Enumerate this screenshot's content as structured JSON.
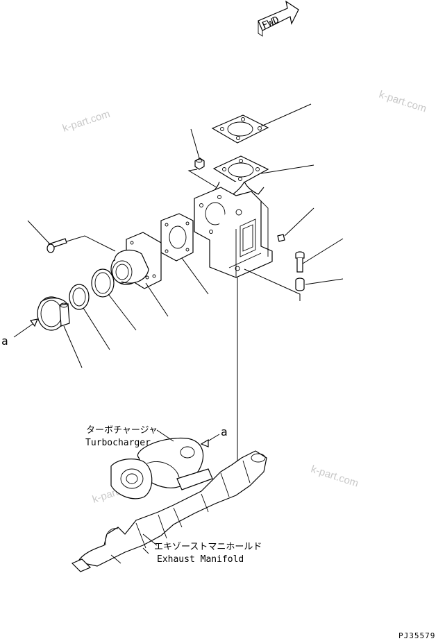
{
  "fwd_label": "FWD",
  "callout_a_left": "a",
  "callout_a_turbo": "a",
  "turbocharger_jp": "ターボチャージャ",
  "turbocharger_en": "Turbocharger",
  "exhaust_manifold_jp": "エキゾーストマニホールド",
  "exhaust_manifold_en": "Exhaust Manifold",
  "drawing_number": "PJ35579",
  "watermarks": [
    "k-part.com",
    "k-part.com",
    "k-part.com",
    "k-part.com"
  ]
}
